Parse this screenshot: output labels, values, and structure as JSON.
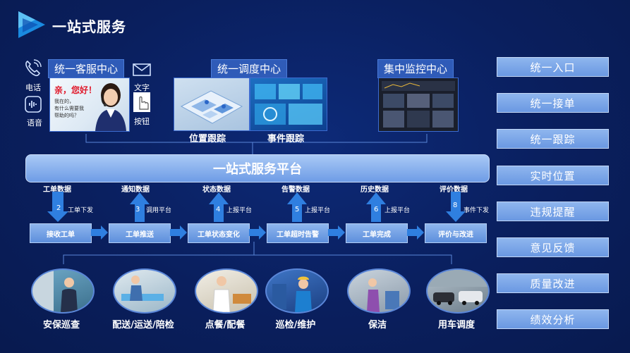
{
  "header": {
    "title": "一站式服务"
  },
  "channels": {
    "phone": "电话",
    "voice": "语音",
    "text": "文字",
    "button": "按钮"
  },
  "centers": {
    "customer_service": "统一客服中心",
    "dispatch": "统一调度中心",
    "monitoring": "集中监控中心"
  },
  "greeting": {
    "hello": "亲，您好！",
    "line1": "我在的，",
    "line2": "有什么需要我",
    "line3": "帮助的吗？"
  },
  "tracking": {
    "location": "位置跟踪",
    "event": "事件跟踪"
  },
  "platform": {
    "title": "一站式服务平台"
  },
  "data_labels": [
    "工单数据",
    "通知数据",
    "状态数据",
    "告警数据",
    "历史数据",
    "评价数据"
  ],
  "steps": [
    {
      "num": "2",
      "text": "工单下发"
    },
    {
      "num": "3",
      "text": "调用平台"
    },
    {
      "num": "4",
      "text": "上报平台"
    },
    {
      "num": "5",
      "text": "上报平台"
    },
    {
      "num": "6",
      "text": "上报平台"
    },
    {
      "num": "8",
      "text": "事件下发"
    }
  ],
  "process": [
    "接收工单",
    "工单推送",
    "工单状态变化",
    "工单超时告警",
    "工单完成",
    "评价与改进"
  ],
  "services": [
    "安保巡查",
    "配送/运送/陪检",
    "点餐/配餐",
    "巡检/维护",
    "保洁",
    "用车调度"
  ],
  "right_menu": [
    "统一入口",
    "统一接单",
    "统一跟踪",
    "实时位置",
    "违规提醒",
    "意见反馈",
    "质量改进",
    "绩效分析"
  ]
}
